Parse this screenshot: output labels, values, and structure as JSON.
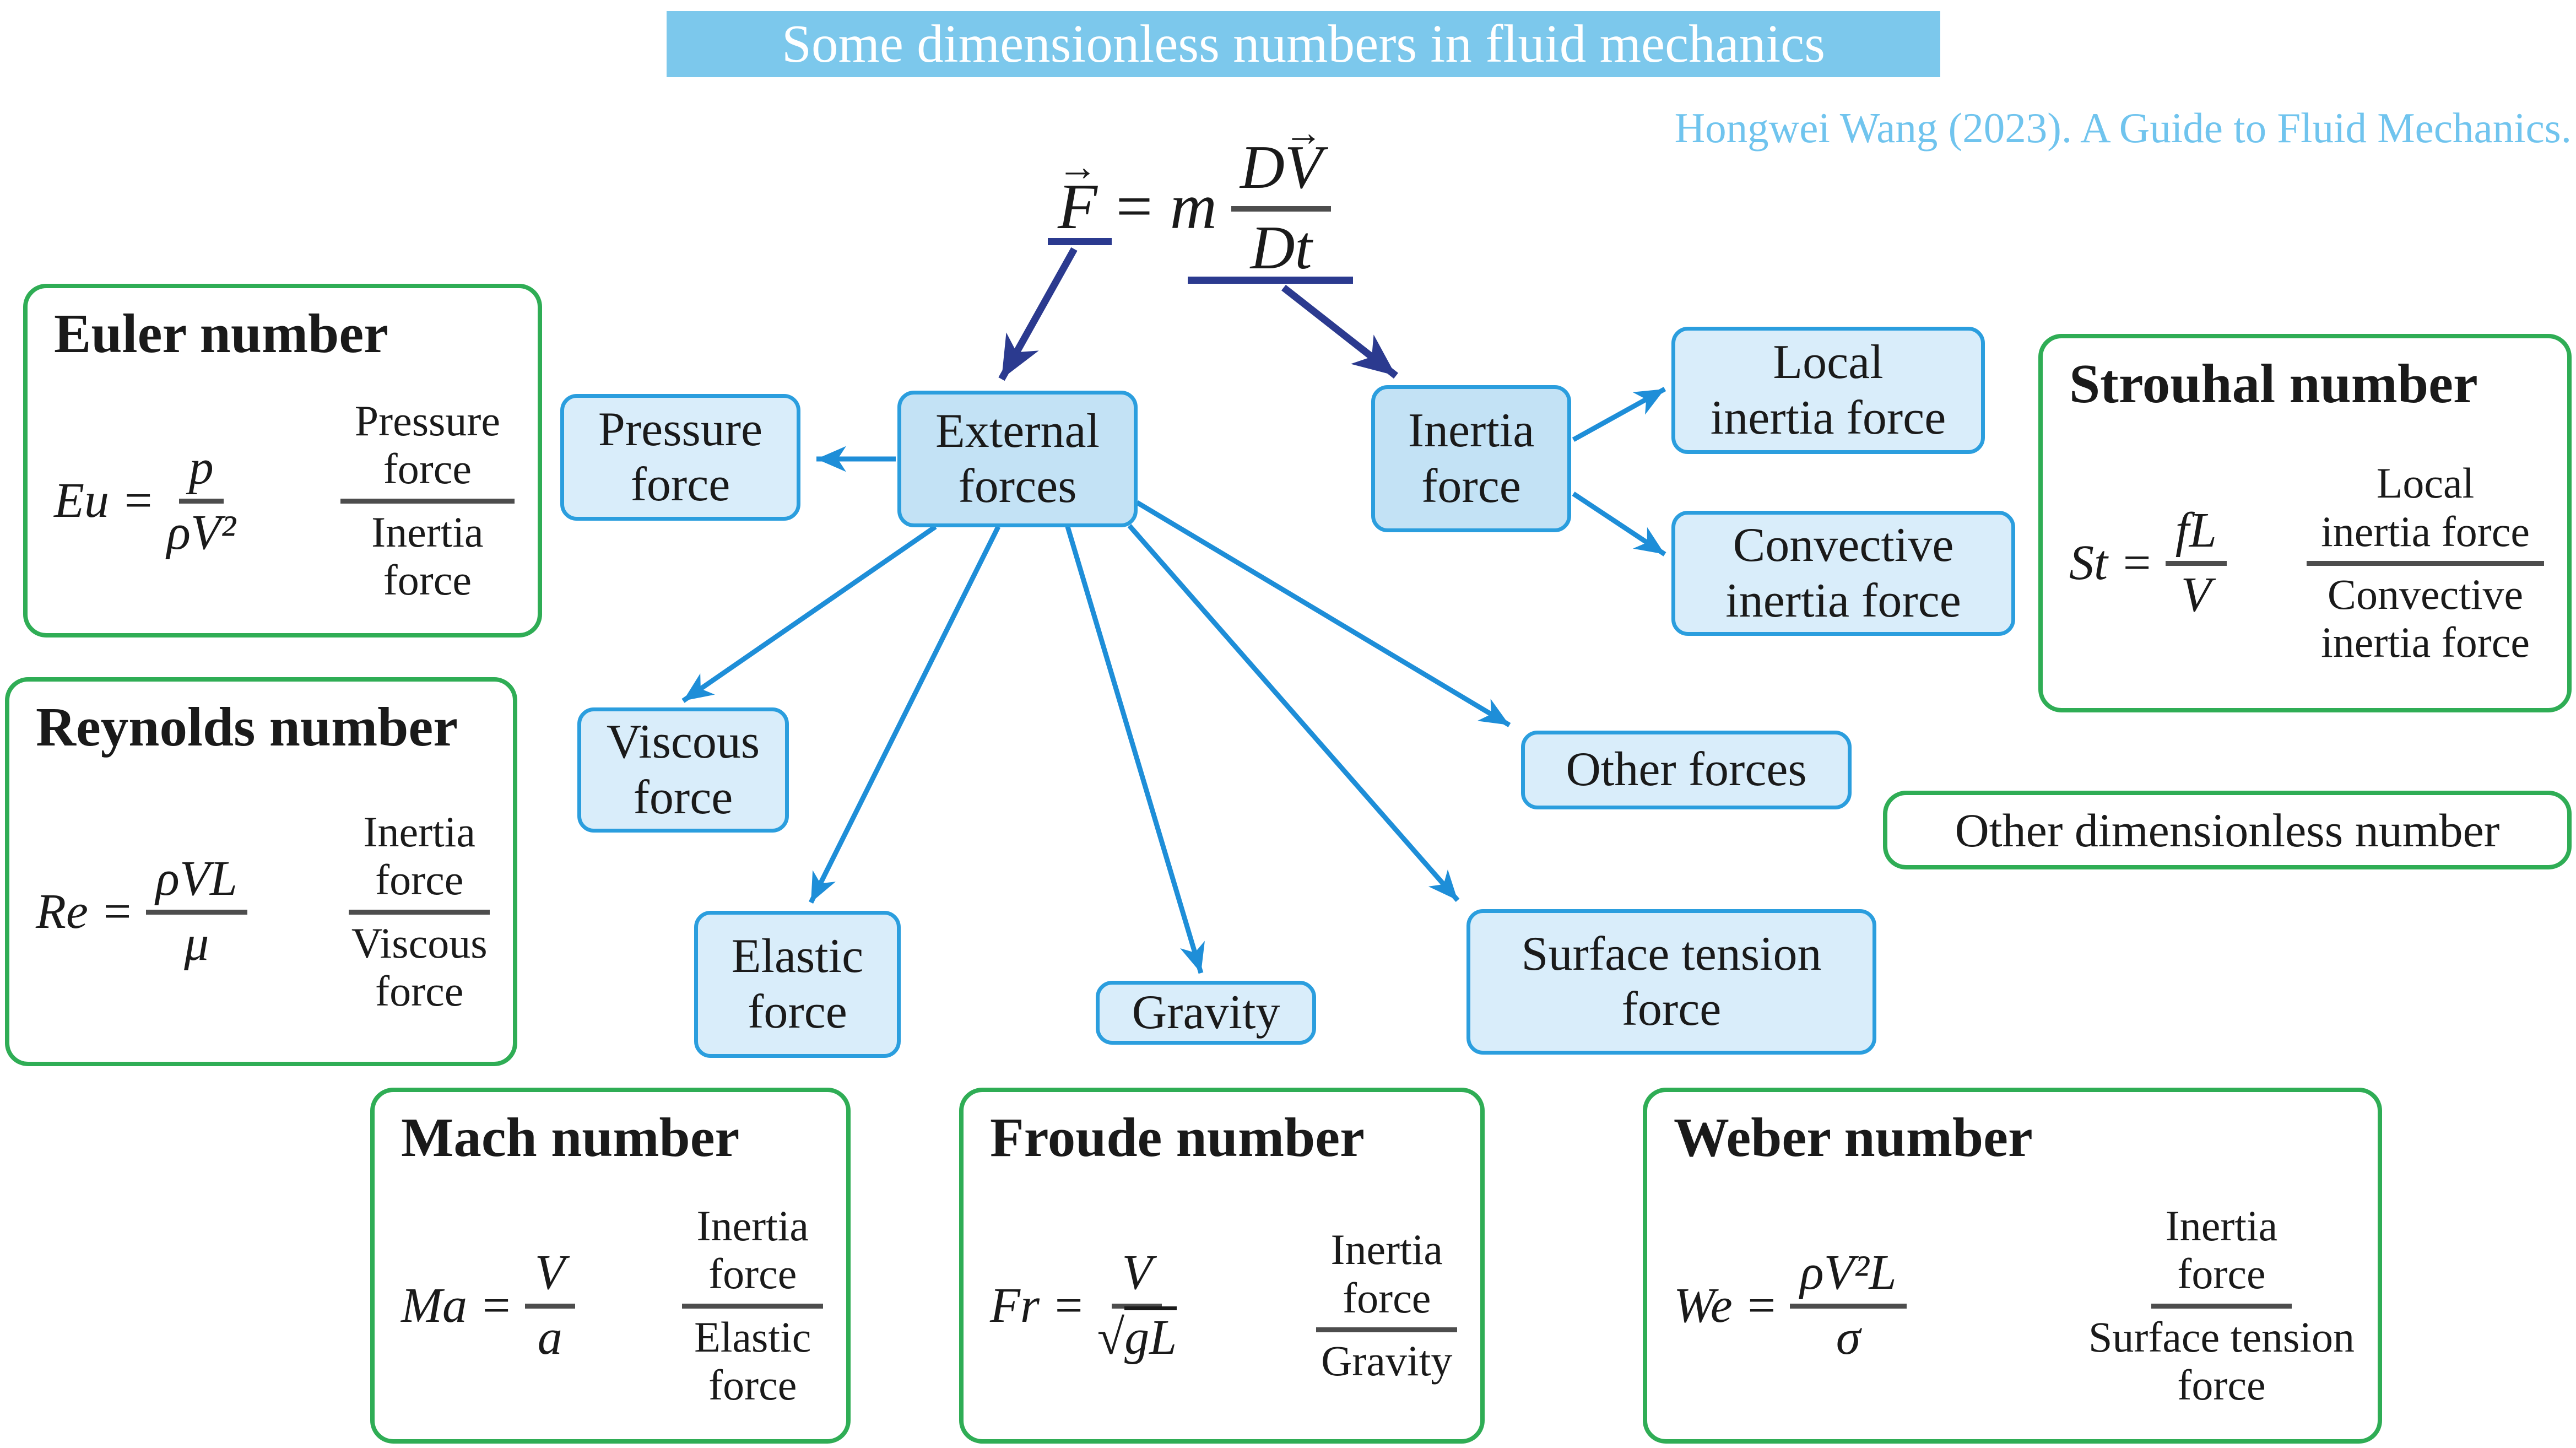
{
  "page": {
    "title": "Some dimensionless numbers in fluid mechanics",
    "citation": "Hongwei Wang (2023). A Guide to Fluid Mechanics."
  },
  "symbols": {
    "equals": "=",
    "vec": "→",
    "sqrt": "√"
  },
  "main_formula": {
    "lhs": "F",
    "mass": "m",
    "num_d": "D",
    "num_v": "V",
    "den": "Dt"
  },
  "nodes": {
    "pressure_force": "Pressure\nforce",
    "external_forces": "External\nforces",
    "inertia_force": "Inertia\nforce",
    "local_inertia_force": "Local\ninertia force",
    "convective_inertia_force": "Convective\ninertia force",
    "viscous_force": "Viscous\nforce",
    "elastic_force": "Elastic\nforce",
    "gravity": "Gravity",
    "surface_tension_force": "Surface tension\nforce",
    "other_forces": "Other forces",
    "other_dimensionless": "Other dimensionless number"
  },
  "numbers": {
    "euler": {
      "title": "Euler number",
      "symbol": "Eu",
      "num": "p",
      "den": "ρV²",
      "ratio_num": "Pressure\nforce",
      "ratio_den": "Inertia\nforce"
    },
    "reynolds": {
      "title": "Reynolds number",
      "symbol": "Re",
      "num": "ρVL",
      "den": "μ",
      "ratio_num": "Inertia\nforce",
      "ratio_den": "Viscous\nforce"
    },
    "strouhal": {
      "title": "Strouhal number",
      "symbol": "St",
      "num": "fL",
      "den": "V",
      "ratio_num": "Local\ninertia force",
      "ratio_den": "Convective\ninertia force"
    },
    "mach": {
      "title": "Mach number",
      "symbol": "Ma",
      "num": "V",
      "den": "a",
      "ratio_num": "Inertia\nforce",
      "ratio_den": "Elastic\nforce"
    },
    "froude": {
      "title": "Froude number",
      "symbol": "Fr",
      "num": "V",
      "den_sqrt_arg": "gL",
      "ratio_num": "Inertia\nforce",
      "ratio_den": "Gravity"
    },
    "weber": {
      "title": "Weber number",
      "symbol": "We",
      "num": "ρV²L",
      "den": "σ",
      "ratio_num": "Inertia\nforce",
      "ratio_den": "Surface tension\nforce"
    }
  },
  "colors": {
    "title_bg": "#7cc8ec",
    "title_text": "#ffffff",
    "citation_text": "#70c4ee",
    "node_fill": "#d9edfa",
    "node_hub_fill": "#c3e2f5",
    "node_border": "#2b9ede",
    "green_border": "#2fad55",
    "arrow_blue": "#1e8ed8",
    "arrow_navy": "#2b3a8f",
    "fraction_bar": "#4d4d4d",
    "text": "#1a1a1a"
  }
}
